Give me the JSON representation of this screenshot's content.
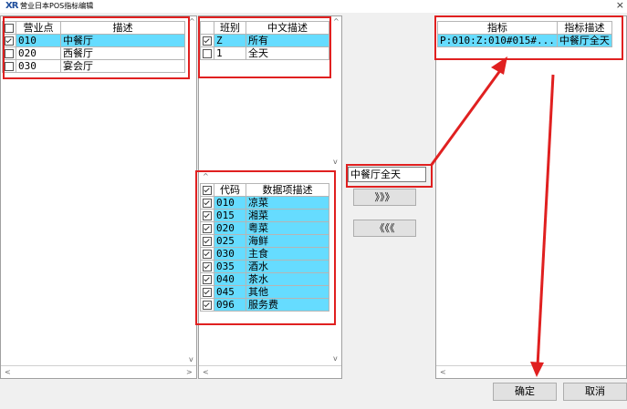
{
  "window": {
    "title": "营业日本POS指标编辑",
    "logo": "XR",
    "close_label": "×"
  },
  "outlets": {
    "headers": {
      "code": "营业点",
      "desc": "描述"
    },
    "rows": [
      {
        "checked": true,
        "code": "010",
        "desc": "中餐厅",
        "selected": true
      },
      {
        "checked": false,
        "code": "020",
        "desc": "西餐厅",
        "selected": false
      },
      {
        "checked": false,
        "code": "030",
        "desc": "宴会厅",
        "selected": false
      }
    ]
  },
  "shifts": {
    "headers": {
      "code": "班别",
      "desc": "中文描述"
    },
    "rows": [
      {
        "checked": true,
        "code": "Z",
        "desc": "所有",
        "selected": true
      },
      {
        "checked": false,
        "code": "1",
        "desc": "全天",
        "selected": false
      }
    ]
  },
  "items": {
    "headers": {
      "code": "代码",
      "desc": "数据项描述"
    },
    "rows": [
      {
        "checked": true,
        "code": "010",
        "desc": "凉菜"
      },
      {
        "checked": true,
        "code": "015",
        "desc": "湘菜"
      },
      {
        "checked": true,
        "code": "020",
        "desc": "粤菜"
      },
      {
        "checked": true,
        "code": "025",
        "desc": "海鲜"
      },
      {
        "checked": true,
        "code": "030",
        "desc": "主食"
      },
      {
        "checked": true,
        "code": "035",
        "desc": "酒水"
      },
      {
        "checked": true,
        "code": "040",
        "desc": "茶水"
      },
      {
        "checked": true,
        "code": "045",
        "desc": "其他"
      },
      {
        "checked": true,
        "code": "096",
        "desc": "服务费"
      }
    ]
  },
  "indicator_input": {
    "value": "中餐厅全天"
  },
  "move_buttons": {
    "add": "》》》",
    "remove": "《《《"
  },
  "indicators": {
    "headers": {
      "code": "指标",
      "desc": "指标描述"
    },
    "rows": [
      {
        "code": "P:010:Z:010#015#...",
        "desc": "中餐厅全天"
      }
    ]
  },
  "footer": {
    "ok": "确定",
    "cancel": "取消"
  },
  "scroll": {
    "left": "<",
    "right": ">",
    "up": "^",
    "down": "v"
  },
  "annotation": {
    "color": "#e02020"
  }
}
